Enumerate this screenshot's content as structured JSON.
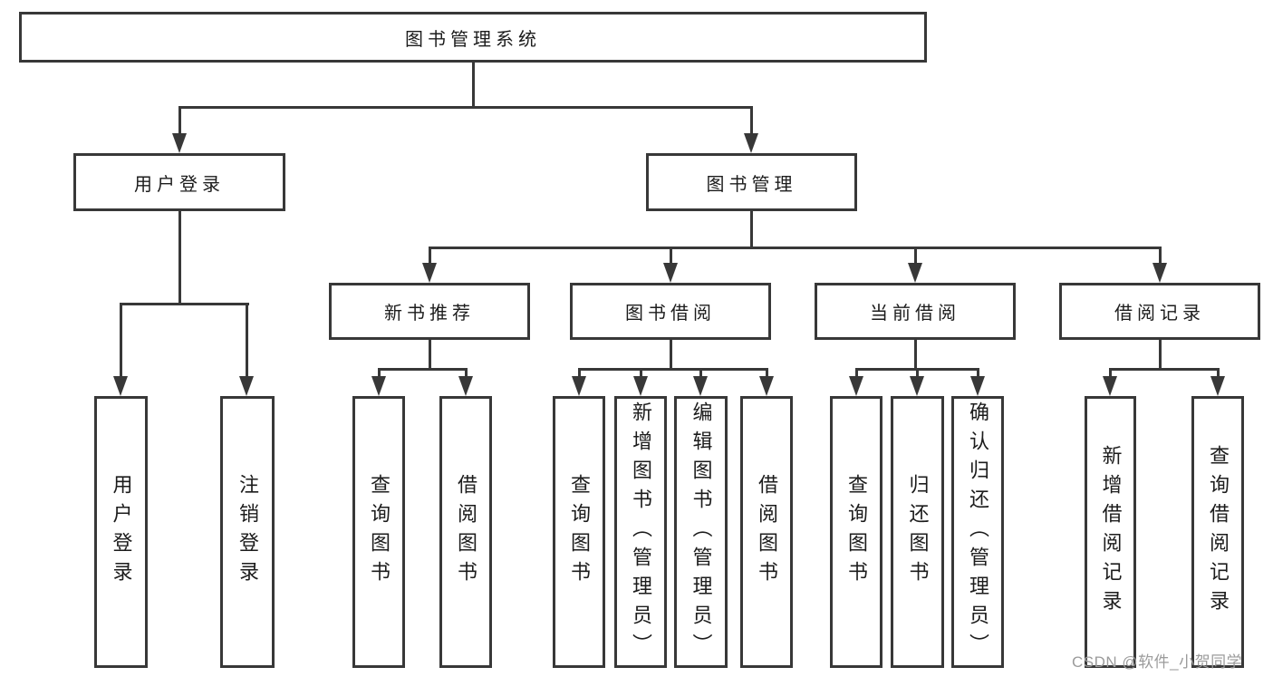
{
  "diagram": {
    "root_label": "图书管理系统",
    "branches": [
      {
        "label": "用户登录",
        "children": [
          {
            "label": "用户登录"
          },
          {
            "label": "注销登录"
          }
        ]
      },
      {
        "label": "图书管理",
        "children": [
          {
            "label": "新书推荐",
            "children": [
              {
                "label": "查询图书"
              },
              {
                "label": "借阅图书"
              }
            ]
          },
          {
            "label": "图书借阅",
            "children": [
              {
                "label": "查询图书"
              },
              {
                "label": "新增图书（管理员）"
              },
              {
                "label": "编辑图书（管理员）"
              },
              {
                "label": "借阅图书"
              }
            ]
          },
          {
            "label": "当前借阅",
            "children": [
              {
                "label": "查询图书"
              },
              {
                "label": "归还图书"
              },
              {
                "label": "确认归还（管理员）"
              }
            ]
          },
          {
            "label": "借阅记录",
            "children": [
              {
                "label": "新增借阅记录"
              },
              {
                "label": "查询借阅记录"
              }
            ]
          }
        ]
      }
    ]
  },
  "watermark": {
    "text": "CSDN @软件_小贺同学"
  },
  "colors": {
    "line": "#383838",
    "text": "#1c1c1c",
    "watermark": "#9b9b9b",
    "background": "#ffffff"
  }
}
